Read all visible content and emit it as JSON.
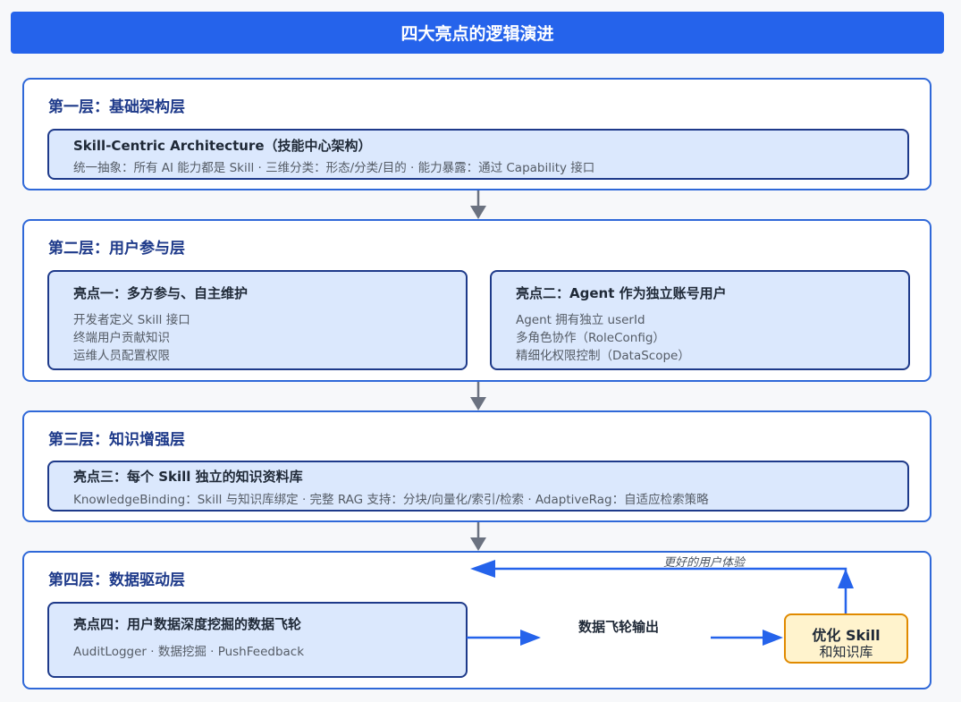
{
  "title": "四大亮点的逻辑演进",
  "layers": [
    {
      "title": "第一层：基础架构层",
      "cards": [
        {
          "title": "Skill-Centric Architecture（技能中心架构）",
          "lines": [
            "统一抽象：所有 AI 能力都是 Skill · 三维分类：形态/分类/目的 · 能力暴露：通过 Capability 接口"
          ]
        }
      ]
    },
    {
      "title": "第二层：用户参与层",
      "cards": [
        {
          "title": "亮点一：多方参与、自主维护",
          "lines": [
            "开发者定义 Skill 接口",
            "终端用户贡献知识",
            "运维人员配置权限"
          ]
        },
        {
          "title": "亮点二：Agent 作为独立账号用户",
          "lines": [
            "Agent 拥有独立 userId",
            "多角色协作（RoleConfig）",
            "精细化权限控制（DataScope）"
          ]
        }
      ]
    },
    {
      "title": "第三层：知识增强层",
      "cards": [
        {
          "title": "亮点三：每个 Skill 独立的知识资料库",
          "lines": [
            "KnowledgeBinding：Skill 与知识库绑定 · 完整 RAG 支持：分块/向量化/索引/检索 · AdaptiveRag：自适应检索策略"
          ]
        }
      ]
    },
    {
      "title": "第四层：数据驱动层",
      "cards": [
        {
          "title": "亮点四：用户数据深度挖掘的数据飞轮",
          "lines": [
            "AuditLogger · 数据挖掘 · PushFeedback"
          ]
        }
      ]
    }
  ],
  "flywheel": {
    "output_label": "数据飞轮输出",
    "optimize_line1": "优化 Skill",
    "optimize_line2": "和知识库",
    "loop_label": "更好的用户体验"
  },
  "colors": {
    "accent": "#2563eb",
    "layer_border": "#2f68d8",
    "card_fill": "#dbe8fd",
    "card_border": "#1e3a8a",
    "optimize_fill": "#fff3cd",
    "optimize_border": "#e08a00",
    "connector": "#6b7280"
  }
}
